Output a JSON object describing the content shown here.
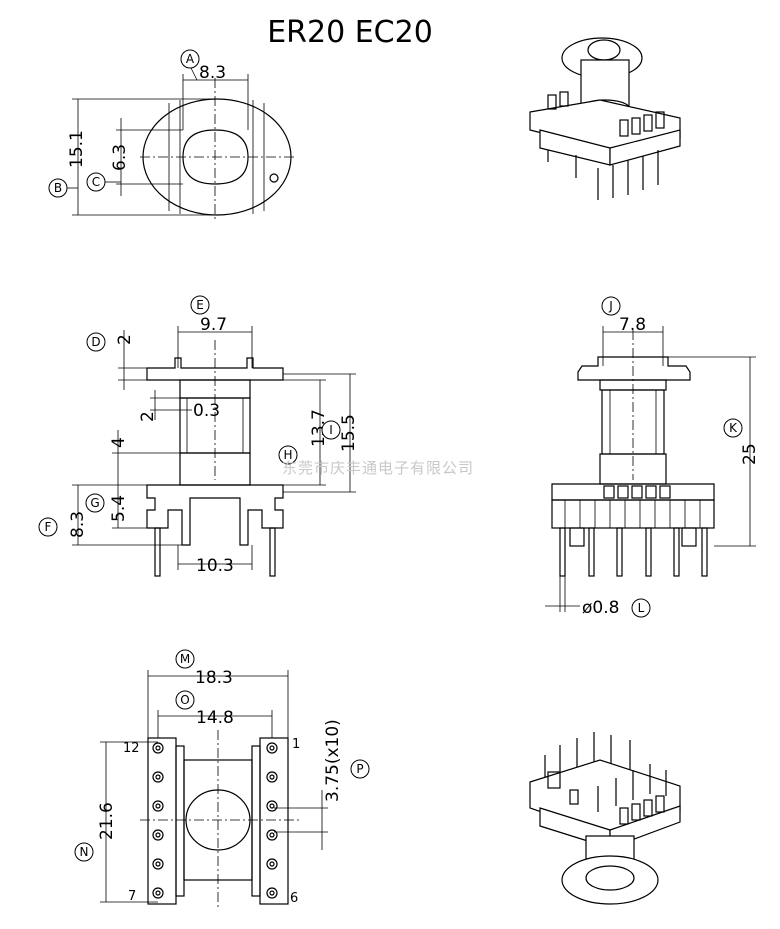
{
  "title": "ER20  EC20",
  "watermark": "东莞市庆丰通电子有限公司",
  "callouts": {
    "A": "A",
    "B": "B",
    "C": "C",
    "D": "D",
    "E": "E",
    "F": "F",
    "G": "G",
    "H": "H",
    "I": "I",
    "J": "J",
    "K": "K",
    "L": "L",
    "M": "M",
    "N": "N",
    "O": "O",
    "P": "P"
  },
  "dims": {
    "top_width": "8.3",
    "top_height": "15.1",
    "top_hole": "6.3",
    "flange_h": "2",
    "front_width": "9.7",
    "wall": "0.3",
    "wall_h": "2",
    "h137": "13.7",
    "h155": "15.5",
    "base_top": "4",
    "g54": "5.4",
    "f83": "8.3",
    "pin_span": "10.3",
    "side_width": "7.8",
    "side_height": "25",
    "pin_dia": "ø0.8",
    "overall_w": "18.3",
    "inner_w": "14.8",
    "pitch": "3.75(x10)",
    "overall_h": "21.6"
  },
  "pins": {
    "p1": "1",
    "p6": "6",
    "p7": "7",
    "p12": "12"
  }
}
